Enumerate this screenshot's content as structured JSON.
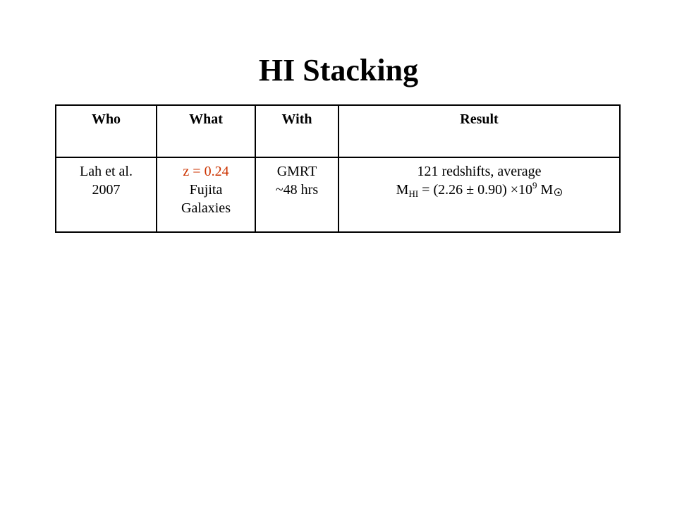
{
  "title": "HI Stacking",
  "table": {
    "headers": [
      "Who",
      "What",
      "With",
      "Result"
    ],
    "rows": [
      {
        "who": [
          "Lah et al.",
          "2007"
        ],
        "what": [
          "z = 0.24",
          "Fujita",
          "Galaxies"
        ],
        "with": [
          "GMRT",
          "~48 hrs"
        ],
        "result": {
          "line1": "121 redshifts, average",
          "m": "M",
          "m_sub": "HI",
          "mid": " = (2.26 ± 0.90) ×10",
          "exp": "9",
          "unit": " M",
          "unit_icon": "sun-symbol-icon"
        }
      }
    ]
  },
  "colors": {
    "accent": "#cc3300",
    "text": "#000000",
    "border": "#000000",
    "background": "#ffffff"
  }
}
